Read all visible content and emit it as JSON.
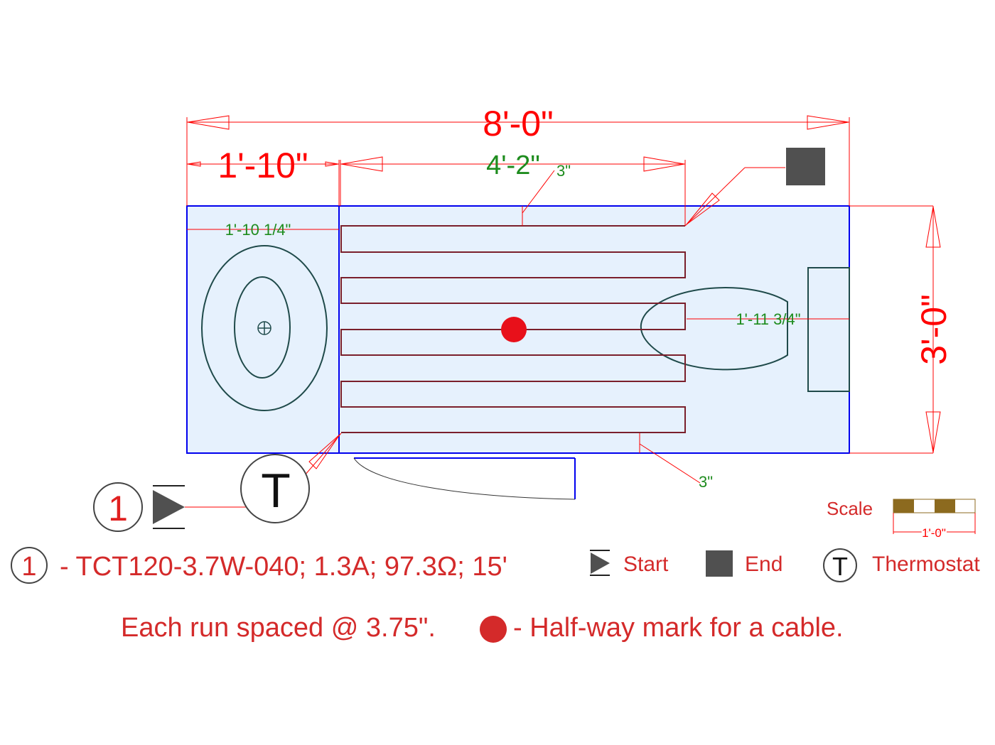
{
  "dimensions": {
    "overall_width": "8'-0\"",
    "left_zone_width": "1'-10\"",
    "heated_length": "4'-2\"",
    "room_depth": "3'-0\"",
    "top_offset": "3\"",
    "bottom_offset": "3\"",
    "toilet_clearance": "1'-10 1/4\"",
    "vanity_clearance": "1'-11 3/4\""
  },
  "symbols": {
    "cable_number": "1",
    "thermostat_letter": "T"
  },
  "scale": {
    "label": "Scale",
    "length": "1'-0\""
  },
  "legend": {
    "cable_number": "1",
    "cable_spec": "- TCT120-3.7W-040; 1.3A; 97.3Ω; 15'",
    "start_label": "Start",
    "end_label": "End",
    "thermostat_letter": "T",
    "thermostat_label": "Thermostat"
  },
  "notes": {
    "spacing": "Each run spaced @ 3.75\".",
    "halfway": "- Half-way mark for a cable."
  },
  "colors": {
    "dimension_red": "#ff0000",
    "dimension_green": "#1e8c1e",
    "room_outline": "#0000ee",
    "room_fill": "#e6f1fd",
    "cable": "#7a1f2b",
    "fixture": "#1f4a4a",
    "text_red": "#d42a2a",
    "marker_gray": "#505050",
    "scale_brown": "#8c6a1f"
  }
}
